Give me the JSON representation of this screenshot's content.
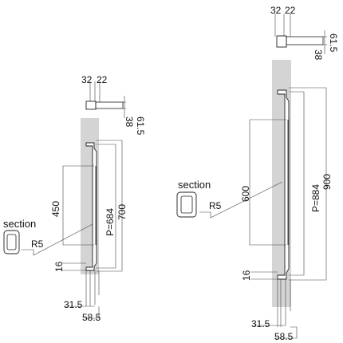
{
  "left_handle": {
    "top_view": {
      "width_a": "32",
      "width_b": "22",
      "depth": "61.5",
      "offset": "38"
    },
    "grip_length": "450",
    "pitch": "P=684",
    "length": "700",
    "end_height": "16",
    "bottom_a": "31.5",
    "bottom_b": "58.5",
    "section_label": "section",
    "radius": "R5"
  },
  "right_handle": {
    "top_view": {
      "width_a": "32",
      "width_b": "22",
      "depth": "61.5",
      "offset": "38"
    },
    "grip_length": "600",
    "pitch": "P=884",
    "length": "900",
    "end_height": "16",
    "bottom_a": "31.5",
    "bottom_b": "58.5",
    "section_label": "section",
    "radius": "R5"
  }
}
